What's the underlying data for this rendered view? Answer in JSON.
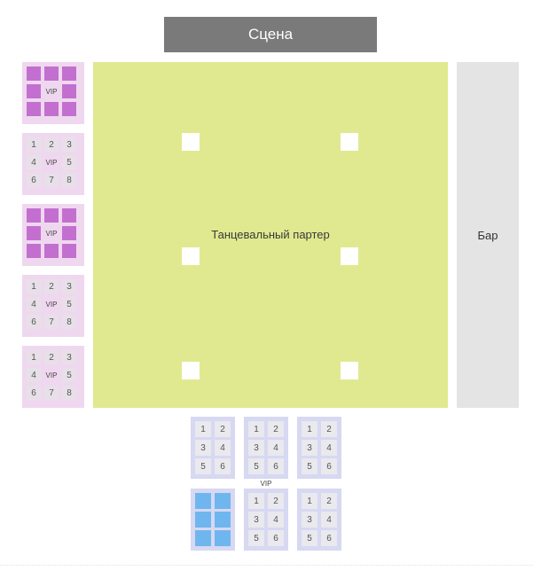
{
  "stage": {
    "label": "Сцена"
  },
  "dance_floor": {
    "label": "Танцевальный партер"
  },
  "bar": {
    "label": "Бар"
  },
  "vip_caption": "VIP",
  "left_tables": [
    {
      "state": "sold",
      "center": "VIP",
      "seats": [
        "",
        "",
        "",
        "",
        "",
        "",
        "",
        ""
      ]
    },
    {
      "state": "free",
      "center": "VIP",
      "seats": [
        "1",
        "2",
        "3",
        "4",
        "5",
        "6",
        "7",
        "8"
      ]
    },
    {
      "state": "sold",
      "center": "VIP",
      "seats": [
        "",
        "",
        "",
        "",
        "",
        "",
        "",
        ""
      ]
    },
    {
      "state": "free",
      "center": "VIP",
      "seats": [
        "1",
        "2",
        "3",
        "4",
        "5",
        "6",
        "7",
        "8"
      ]
    },
    {
      "state": "free",
      "center": "VIP",
      "seats": [
        "1",
        "2",
        "3",
        "4",
        "5",
        "6",
        "7",
        "8"
      ]
    }
  ],
  "bottom_tables": [
    {
      "state": "free",
      "seats": [
        "1",
        "2",
        "3",
        "4",
        "5",
        "6"
      ]
    },
    {
      "state": "free",
      "seats": [
        "1",
        "2",
        "3",
        "4",
        "5",
        "6"
      ]
    },
    {
      "state": "free",
      "seats": [
        "1",
        "2",
        "3",
        "4",
        "5",
        "6"
      ]
    },
    {
      "state": "sold",
      "seats": [
        "",
        "",
        "",
        "",
        "",
        ""
      ]
    },
    {
      "state": "free",
      "seats": [
        "1",
        "2",
        "3",
        "4",
        "5",
        "6"
      ]
    },
    {
      "state": "free",
      "seats": [
        "1",
        "2",
        "3",
        "4",
        "5",
        "6"
      ]
    }
  ],
  "colors": {
    "stage": "#7a7a7a",
    "dance_floor": "#e0e98f",
    "bar": "#e4e4e4",
    "vip_table": "#efd8ef",
    "vip_seat_sold": "#c36fd0",
    "table": "#d7d8f2",
    "table_seat_sold": "#6fb6ef"
  }
}
